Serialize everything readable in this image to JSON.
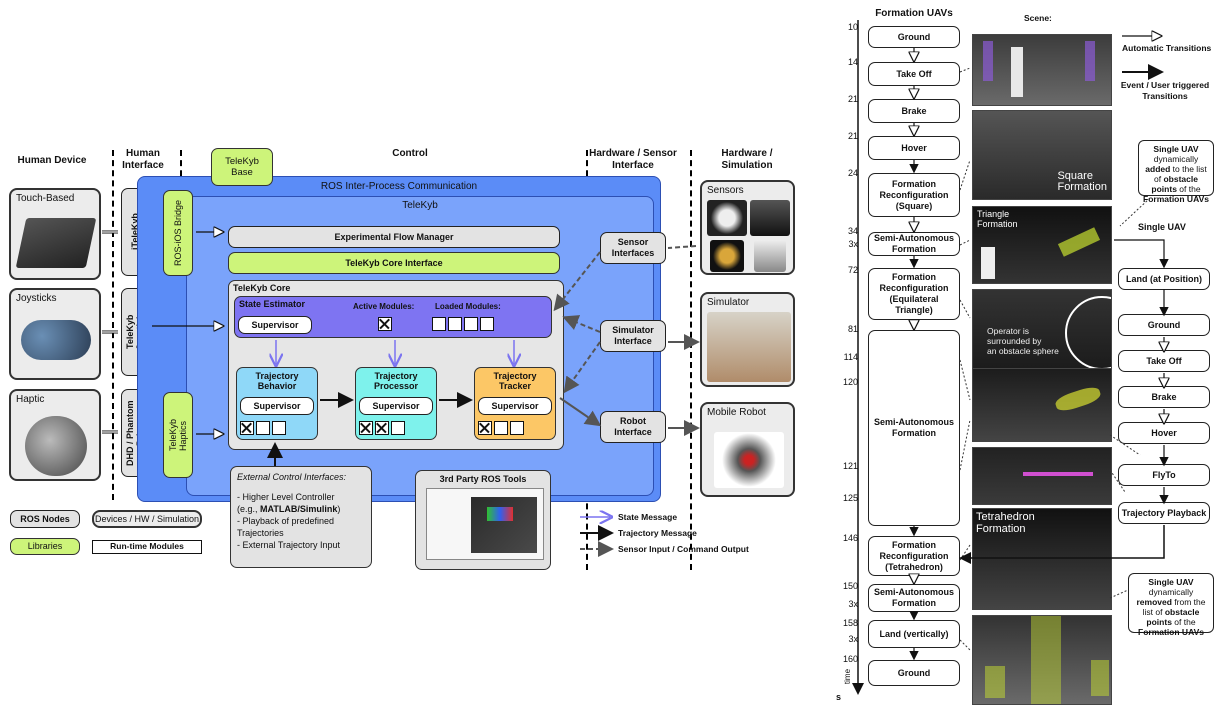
{
  "columns": {
    "human_device": "Human Device",
    "human_interface": "Human\nInterface",
    "control": "Control",
    "hw_sensor": "Hardware / Sensor\nInterface",
    "hw_sim": "Hardware /\nSimulation"
  },
  "devices": {
    "touch": "Touch-Based",
    "joysticks": "Joysticks",
    "haptic": "Haptic"
  },
  "interfaces": {
    "itelekyb": "iTeleKyb",
    "ros_ios": "ROS-iOS Bridge",
    "telekyb_joystick": "TeleKyb\nJoystick",
    "dhd": "DHD / Phantom\nDriver",
    "telekyb_haptics": "TeleKyb\nHaptics"
  },
  "core": {
    "base": "TeleKyb\nBase",
    "ros_ipc": "ROS Inter-Process Communication",
    "telekyb": "TeleKyb",
    "flow_manager": "Experimental Flow Manager",
    "core_interface": "TeleKyb Core Interface",
    "core_title": "TeleKyb Core",
    "state_estimator": "State Estimator",
    "active_modules": "Active Modules:",
    "loaded_modules": "Loaded Modules:",
    "supervisor": "Supervisor",
    "traj_behavior": "Trajectory\nBehavior",
    "traj_processor": "Trajectory\nProcessor",
    "traj_tracker": "Trajectory\nTracker"
  },
  "external": {
    "title": "External Control Interfaces:",
    "line1": "- Higher Level Controller",
    "line2a": "(e.g., ",
    "line2b": "MATLAB/Simulink",
    "line2c": ")",
    "line3": "- Playback of predefined",
    "line4": "Trajectories",
    "line5": "- External Trajectory Input"
  },
  "third_party": "3rd Party ROS Tools",
  "hw_interfaces": {
    "sensor": "Sensor\nInterfaces",
    "simulator": "Simulator\nInterface",
    "robot": "Robot\nInterface"
  },
  "hw_boxes": {
    "sensors": "Sensors",
    "simulator": "Simulator",
    "mobile_robot": "Mobile Robot"
  },
  "legend": {
    "ros_nodes": "ROS Nodes",
    "devices": "Devices / HW / Simulation",
    "libraries": "Libraries",
    "runtime": "Run-time Modules",
    "state_msg": "State Message",
    "traj_msg": "Trajectory Message",
    "sensor_io": "Sensor Input / Command Output"
  },
  "timeline": {
    "title": "Formation UAVs",
    "scene": "Scene:",
    "time": "time",
    "unit": "s",
    "ticks": [
      "10",
      "14",
      "21",
      "21",
      "24",
      "34",
      "3x",
      "72",
      "81",
      "114",
      "120",
      "121",
      "125",
      "146",
      "150",
      "3x",
      "158",
      "3x",
      "160"
    ],
    "steps": [
      "Ground",
      "Take Off",
      "Brake",
      "Hover",
      "Formation\nReconfiguration\n(Square)",
      "Semi-Autonomous\nFormation",
      "Formation\nReconfiguration\n(Equilateral\nTriangle)",
      "Semi-Autonomous\nFormation",
      "Formation\nReconfiguration\n(Tetrahedron)",
      "Semi-Autonomous\nFormation",
      "Land (vertically)",
      "Ground"
    ],
    "legend_auto": "Automatic Transitions",
    "legend_event": "Event / User triggered\nTransitions",
    "single_uav": "Single UAV",
    "uav_steps": [
      "Land (at Position)",
      "Ground",
      "Take Off",
      "Brake",
      "Hover",
      "FlyTo",
      "Trajectory Playback"
    ],
    "note_added": {
      "a": "Single UAV",
      "b": "dynamically ",
      "c": "added",
      "d": " to the list of ",
      "e": "obstacle points",
      "f": " of the ",
      "g": "Formation UAVs"
    },
    "note_removed": {
      "a": "Single UAV",
      "b": "dynamically ",
      "c": "removed",
      "d": " from the list of ",
      "e": "obstacle points",
      "f": " of the ",
      "g": "Formation UAVs"
    },
    "scene_labels": {
      "square": "Square\nFormation",
      "triangle": "Triangle\nFormation",
      "operator": "Operator is\nsurrounded by\nan obstacle sphere",
      "tetra": "Tetrahedron\nFormation"
    }
  }
}
